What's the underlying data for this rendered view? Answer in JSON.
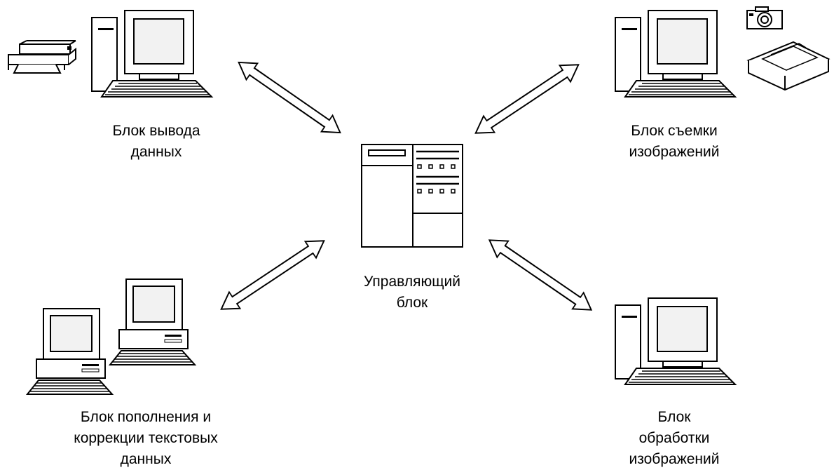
{
  "colors": {
    "stroke": "#000000",
    "fill": "#ffffff",
    "screen": "#f2f2f2"
  },
  "nodes": {
    "output": {
      "lines": [
        "Блок вывода",
        "данных"
      ],
      "icons": [
        "printer-icon",
        "computer-icon"
      ]
    },
    "capture": {
      "lines": [
        "Блок съемки",
        "изображений"
      ],
      "icons": [
        "computer-icon",
        "camera-icon",
        "scanner-icon"
      ]
    },
    "control": {
      "lines": [
        "Управляющий",
        "блок"
      ],
      "icons": [
        "server-icon"
      ]
    },
    "correction": {
      "lines": [
        "Блок пополнения и",
        "коррекции текстовых",
        "данных"
      ],
      "icons": [
        "computer-icon",
        "computer-icon"
      ]
    },
    "processing": {
      "lines": [
        "Блок",
        "обработки",
        "изображений"
      ],
      "icons": [
        "computer-icon"
      ]
    }
  },
  "connections": [
    {
      "from": "output",
      "to": "control",
      "direction": "bidirectional"
    },
    {
      "from": "capture",
      "to": "control",
      "direction": "bidirectional"
    },
    {
      "from": "correction",
      "to": "control",
      "direction": "bidirectional"
    },
    {
      "from": "processing",
      "to": "control",
      "direction": "bidirectional"
    }
  ]
}
